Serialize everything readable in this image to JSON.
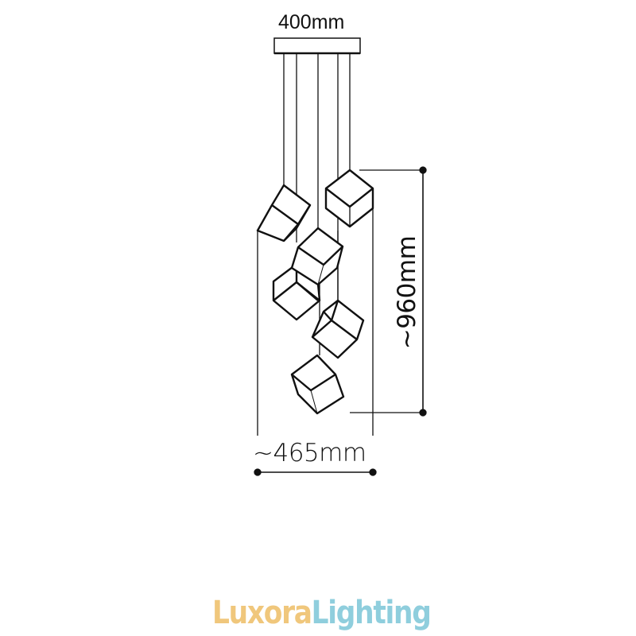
{
  "diagram": {
    "type": "pendant-light-dimension-drawing",
    "dimensions": {
      "canopy_width": "400mm",
      "overall_width": "~465mm",
      "drop_height": "~960mm"
    },
    "pendants": {
      "count": 6,
      "shape": "cube",
      "cable_count": 5
    },
    "line_color": "#111111"
  },
  "brand": {
    "part1": "Luxora",
    "part2": "Lighting",
    "part1_color": "#f0c77c",
    "part2_color": "#8fcedd"
  }
}
